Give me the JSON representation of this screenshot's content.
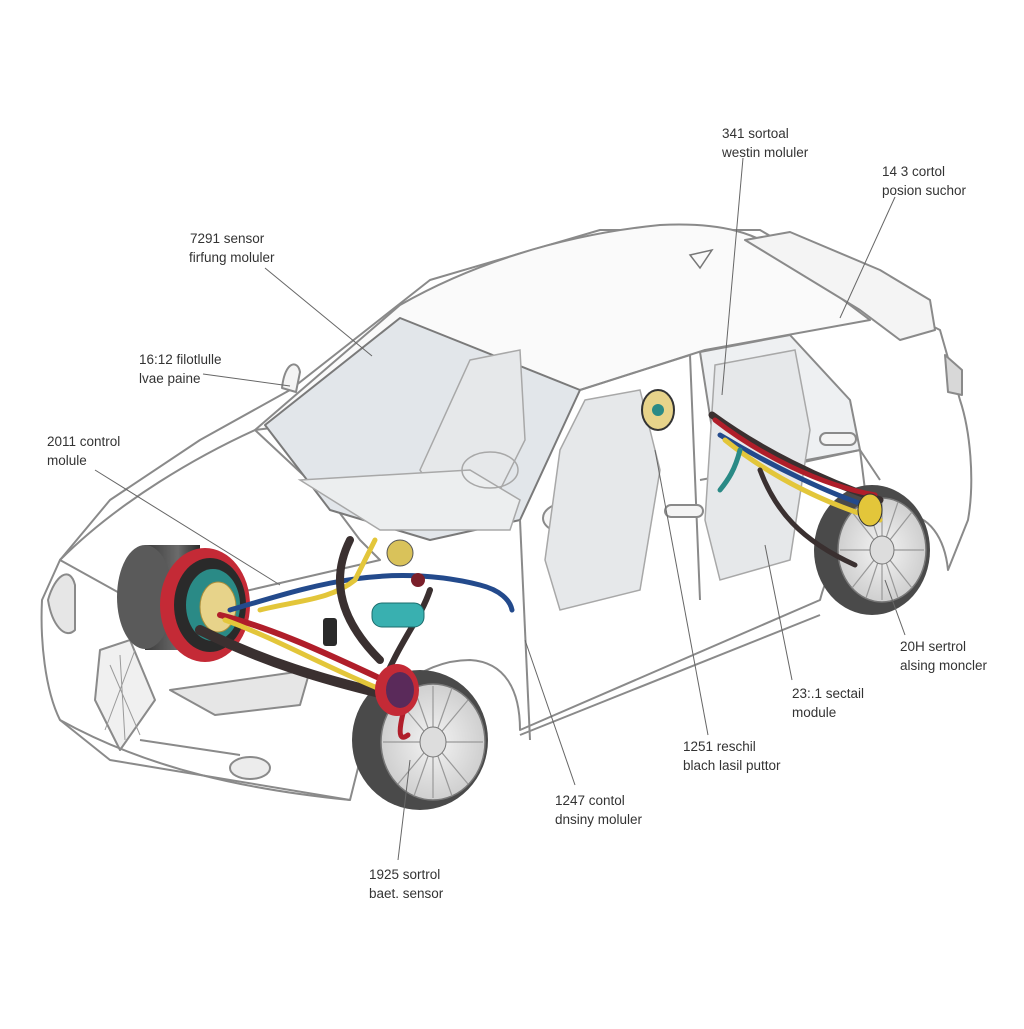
{
  "colors": {
    "background": "#ffffff",
    "body_outline": "#8a8a8a",
    "glass": "#d4d9df",
    "wire_red": "#b01e2a",
    "wire_blue": "#234a8c",
    "wire_yellow": "#e3c63a",
    "wire_black": "#3a3030",
    "wire_teal": "#2a8a86",
    "tire": "#4a4a4a"
  },
  "labels": [
    {
      "id": "lbl-341",
      "line1": "341 sortoal",
      "line2": "westin moluler"
    },
    {
      "id": "lbl-143",
      "line1": "14 3 cortol",
      "line2": "posion suchor"
    },
    {
      "id": "lbl-7291",
      "line1": "7291 sensor",
      "line2": "firfung moluler"
    },
    {
      "id": "lbl-1612",
      "line1": "16:12 filotlulle",
      "line2": "lvae paine"
    },
    {
      "id": "lbl-2011",
      "line1": "2011 control",
      "line2": "molule"
    },
    {
      "id": "lbl-20h",
      "line1": "20H sertrol",
      "line2": "alsing moncler"
    },
    {
      "id": "lbl-231",
      "line1": "23:.1 sectail",
      "line2": "module"
    },
    {
      "id": "lbl-1251",
      "line1": "1251 reschil",
      "line2": "blach lasil puttor"
    },
    {
      "id": "lbl-1247",
      "line1": "1247 contol",
      "line2": "dnsiny moluler"
    },
    {
      "id": "lbl-1925",
      "line1": "1925 sortrol",
      "line2": "baet. sensor"
    }
  ]
}
